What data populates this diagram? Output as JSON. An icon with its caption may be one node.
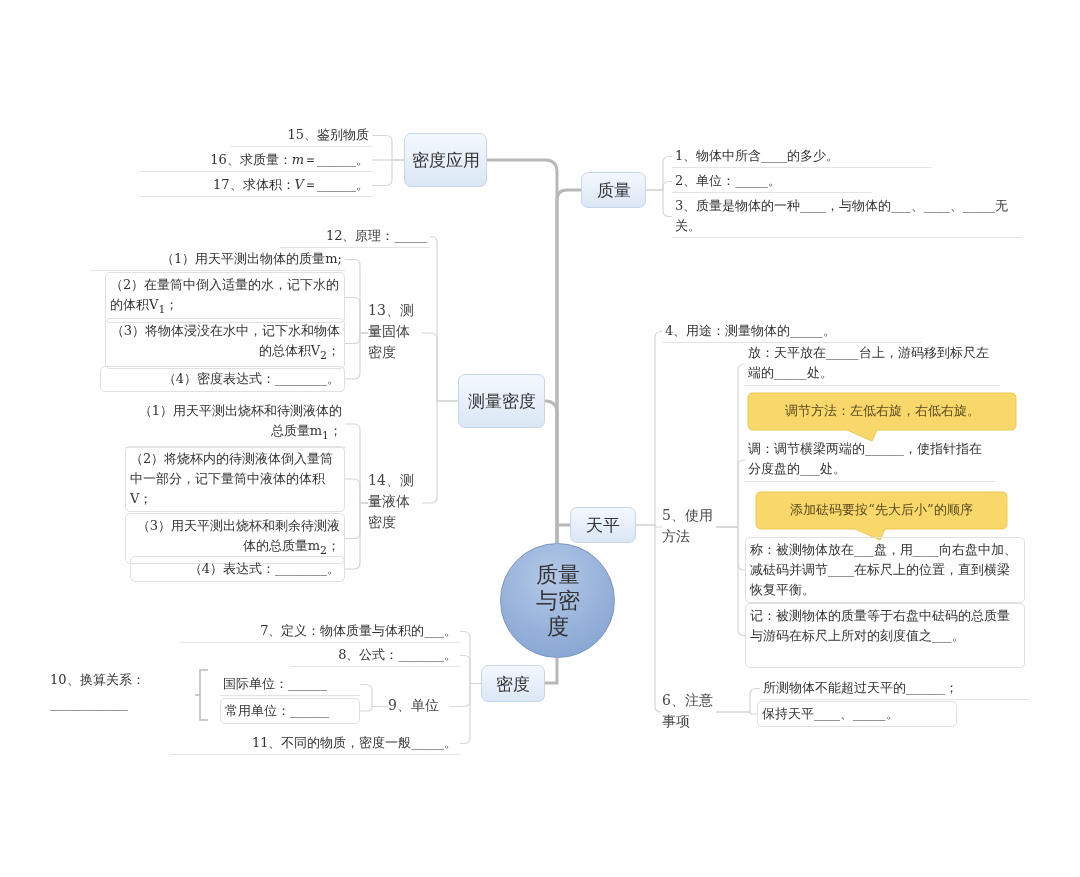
{
  "diagram": {
    "nodes": [
      {
        "text": [
          "质量与密度"
        ]
      },
      {
        "text": [
          "密度应用"
        ]
      },
      {
        "text": [
          "质量"
        ]
      },
      {
        "text": [
          "测量密度"
        ]
      },
      {
        "text": [
          "天平"
        ]
      },
      {
        "text": [
          "密度"
        ]
      },
      {
        "text": [
          "15、鉴别物质"
        ]
      },
      {
        "text": [
          "16、求质量：*m*＝______。"
        ]
      },
      {
        "text": [
          "17、求体积：*V*＝______。"
        ]
      },
      {
        "text": [
          "1、物体中所含____的多少。"
        ]
      },
      {
        "text": [
          "2、单位：_____。"
        ]
      },
      {
        "text": [
          "3、质量是物体的一种____，与物体的___、____、_____无关。"
        ]
      },
      {
        "text": [
          "12、原理：_____"
        ]
      },
      {
        "text": [
          "13、测量固体密度"
        ]
      },
      {
        "text": [
          "14、测量液体密度"
        ]
      },
      {
        "text": [
          "（1）用天平测出物体的质量m;"
        ]
      },
      {
        "text": [
          "（2）在量筒中倒入适量的水，记下水的的体积V$_{1}$；"
        ]
      },
      {
        "text": [
          "（3）将物体浸没在水中，记下水和物体的总体积V$_{2}$；"
        ]
      },
      {
        "text": [
          "（4）密度表达式：________。"
        ]
      },
      {
        "text": [
          "（1）用天平测出烧杯和待测液体的总质量m$_{1}$；"
        ]
      },
      {
        "text": [
          "（2）将烧杯内的待测液体倒入量筒中一部分，记下量筒中液体的体积V；"
        ]
      },
      {
        "text": [
          "（3）用天平测出烧杯和剩余待测液体的总质量m$_{2}$；"
        ]
      },
      {
        "text": [
          "（4）表达式：________。"
        ]
      },
      {
        "text": [
          "4、用途：测量物体的_____。"
        ]
      },
      {
        "text": [
          "5、使用方法"
        ]
      },
      {
        "text": [
          "6、注意事项"
        ]
      },
      {
        "text": [
          "放：天平放在_____台上，游码移到标尺左端的_____处。"
        ]
      },
      {
        "text": [
          "调节方法：左低右旋，右低右旋。"
        ]
      },
      {
        "text": [
          "调：调节横梁两端的______，使指针指在分度盘的___处。"
        ]
      },
      {
        "text": [
          "添加砝码要按“先大后小”的顺序"
        ]
      },
      {
        "text": [
          "称：被测物体放在___盘，用____向右盘中加、减砝码并调节____在标尺上的位置，直到横梁恢复平衡。"
        ]
      },
      {
        "text": [
          "记：被测物体的质量等于右盘中砝码的总质量与游码在标尺上所对的刻度值之___。"
        ]
      },
      {
        "text": [
          "所测物体不能超过天平的______；"
        ]
      },
      {
        "text": [
          "保持天平____、_____。"
        ]
      },
      {
        "text": [
          "7、定义：物体质量与体积的___。"
        ]
      },
      {
        "text": [
          "8、公式：_______。"
        ]
      },
      {
        "text": [
          "9、单位"
        ]
      },
      {
        "text": [
          "11、不同的物质，密度一般_____。"
        ]
      },
      {
        "text": [
          "国际单位：______"
        ]
      },
      {
        "text": [
          "常用单位：______"
        ]
      }
    ],
    "edges": [
      {
        "from": 0,
        "to": 1,
        "arrow": "none",
        "style": "thick"
      },
      {
        "from": 0,
        "to": 2,
        "arrow": "none",
        "style": "thick"
      },
      {
        "from": 0,
        "to": 3,
        "arrow": "none",
        "style": "thick"
      },
      {
        "from": 0,
        "to": 4,
        "arrow": "none",
        "style": "thick"
      },
      {
        "from": 0,
        "to": 5,
        "arrow": "none",
        "style": "thick"
      },
      {
        "from": 1,
        "to": 6,
        "arrow": "none"
      },
      {
        "from": 1,
        "to": 7,
        "arrow": "none"
      },
      {
        "from": 1,
        "to": 8,
        "arrow": "none"
      },
      {
        "from": 2,
        "to": 9,
        "arrow": "none"
      },
      {
        "from": 2,
        "to": 10,
        "arrow": "none"
      },
      {
        "from": 2,
        "to": 11,
        "arrow": "none"
      },
      {
        "from": 3,
        "to": 12,
        "arrow": "none"
      },
      {
        "from": 3,
        "to": 13,
        "arrow": "none"
      },
      {
        "from": 3,
        "to": 14,
        "arrow": "none"
      },
      {
        "from": 13,
        "to": 15,
        "arrow": "none"
      },
      {
        "from": 13,
        "to": 16,
        "arrow": "none"
      },
      {
        "from": 13,
        "to": 17,
        "arrow": "none"
      },
      {
        "from": 13,
        "to": 18,
        "arrow": "none"
      },
      {
        "from": 14,
        "to": 19,
        "arrow": "none"
      },
      {
        "from": 14,
        "to": 20,
        "arrow": "none"
      },
      {
        "from": 14,
        "to": 21,
        "arrow": "none"
      },
      {
        "from": 14,
        "to": 22,
        "arrow": "none"
      },
      {
        "from": 4,
        "to": 23,
        "arrow": "none"
      },
      {
        "from": 4,
        "to": 24,
        "arrow": "none"
      },
      {
        "from": 4,
        "to": 25,
        "arrow": "none"
      },
      {
        "from": 24,
        "to": 26,
        "arrow": "none"
      },
      {
        "from": 24,
        "to": 28,
        "arrow": "none"
      },
      {
        "from": 24,
        "to": 30,
        "arrow": "none"
      },
      {
        "from": 24,
        "to": 31,
        "arrow": "none"
      },
      {
        "from": 25,
        "to": 32,
        "arrow": "none"
      },
      {
        "from": 25,
        "to": 33,
        "arrow": "none"
      },
      {
        "from": 5,
        "to": 34,
        "arrow": "none"
      },
      {
        "from": 5,
        "to": 35,
        "arrow": "none"
      },
      {
        "from": 5,
        "to": 36,
        "arrow": "none"
      },
      {
        "from": 5,
        "to": 37,
        "arrow": "none"
      },
      {
        "from": 36,
        "to": 38,
        "arrow": "none"
      },
      {
        "from": 36,
        "to": 39,
        "arrow": "none"
      }
    ],
    "labels": [
      "10、换算关系：____________"
    ]
  }
}
